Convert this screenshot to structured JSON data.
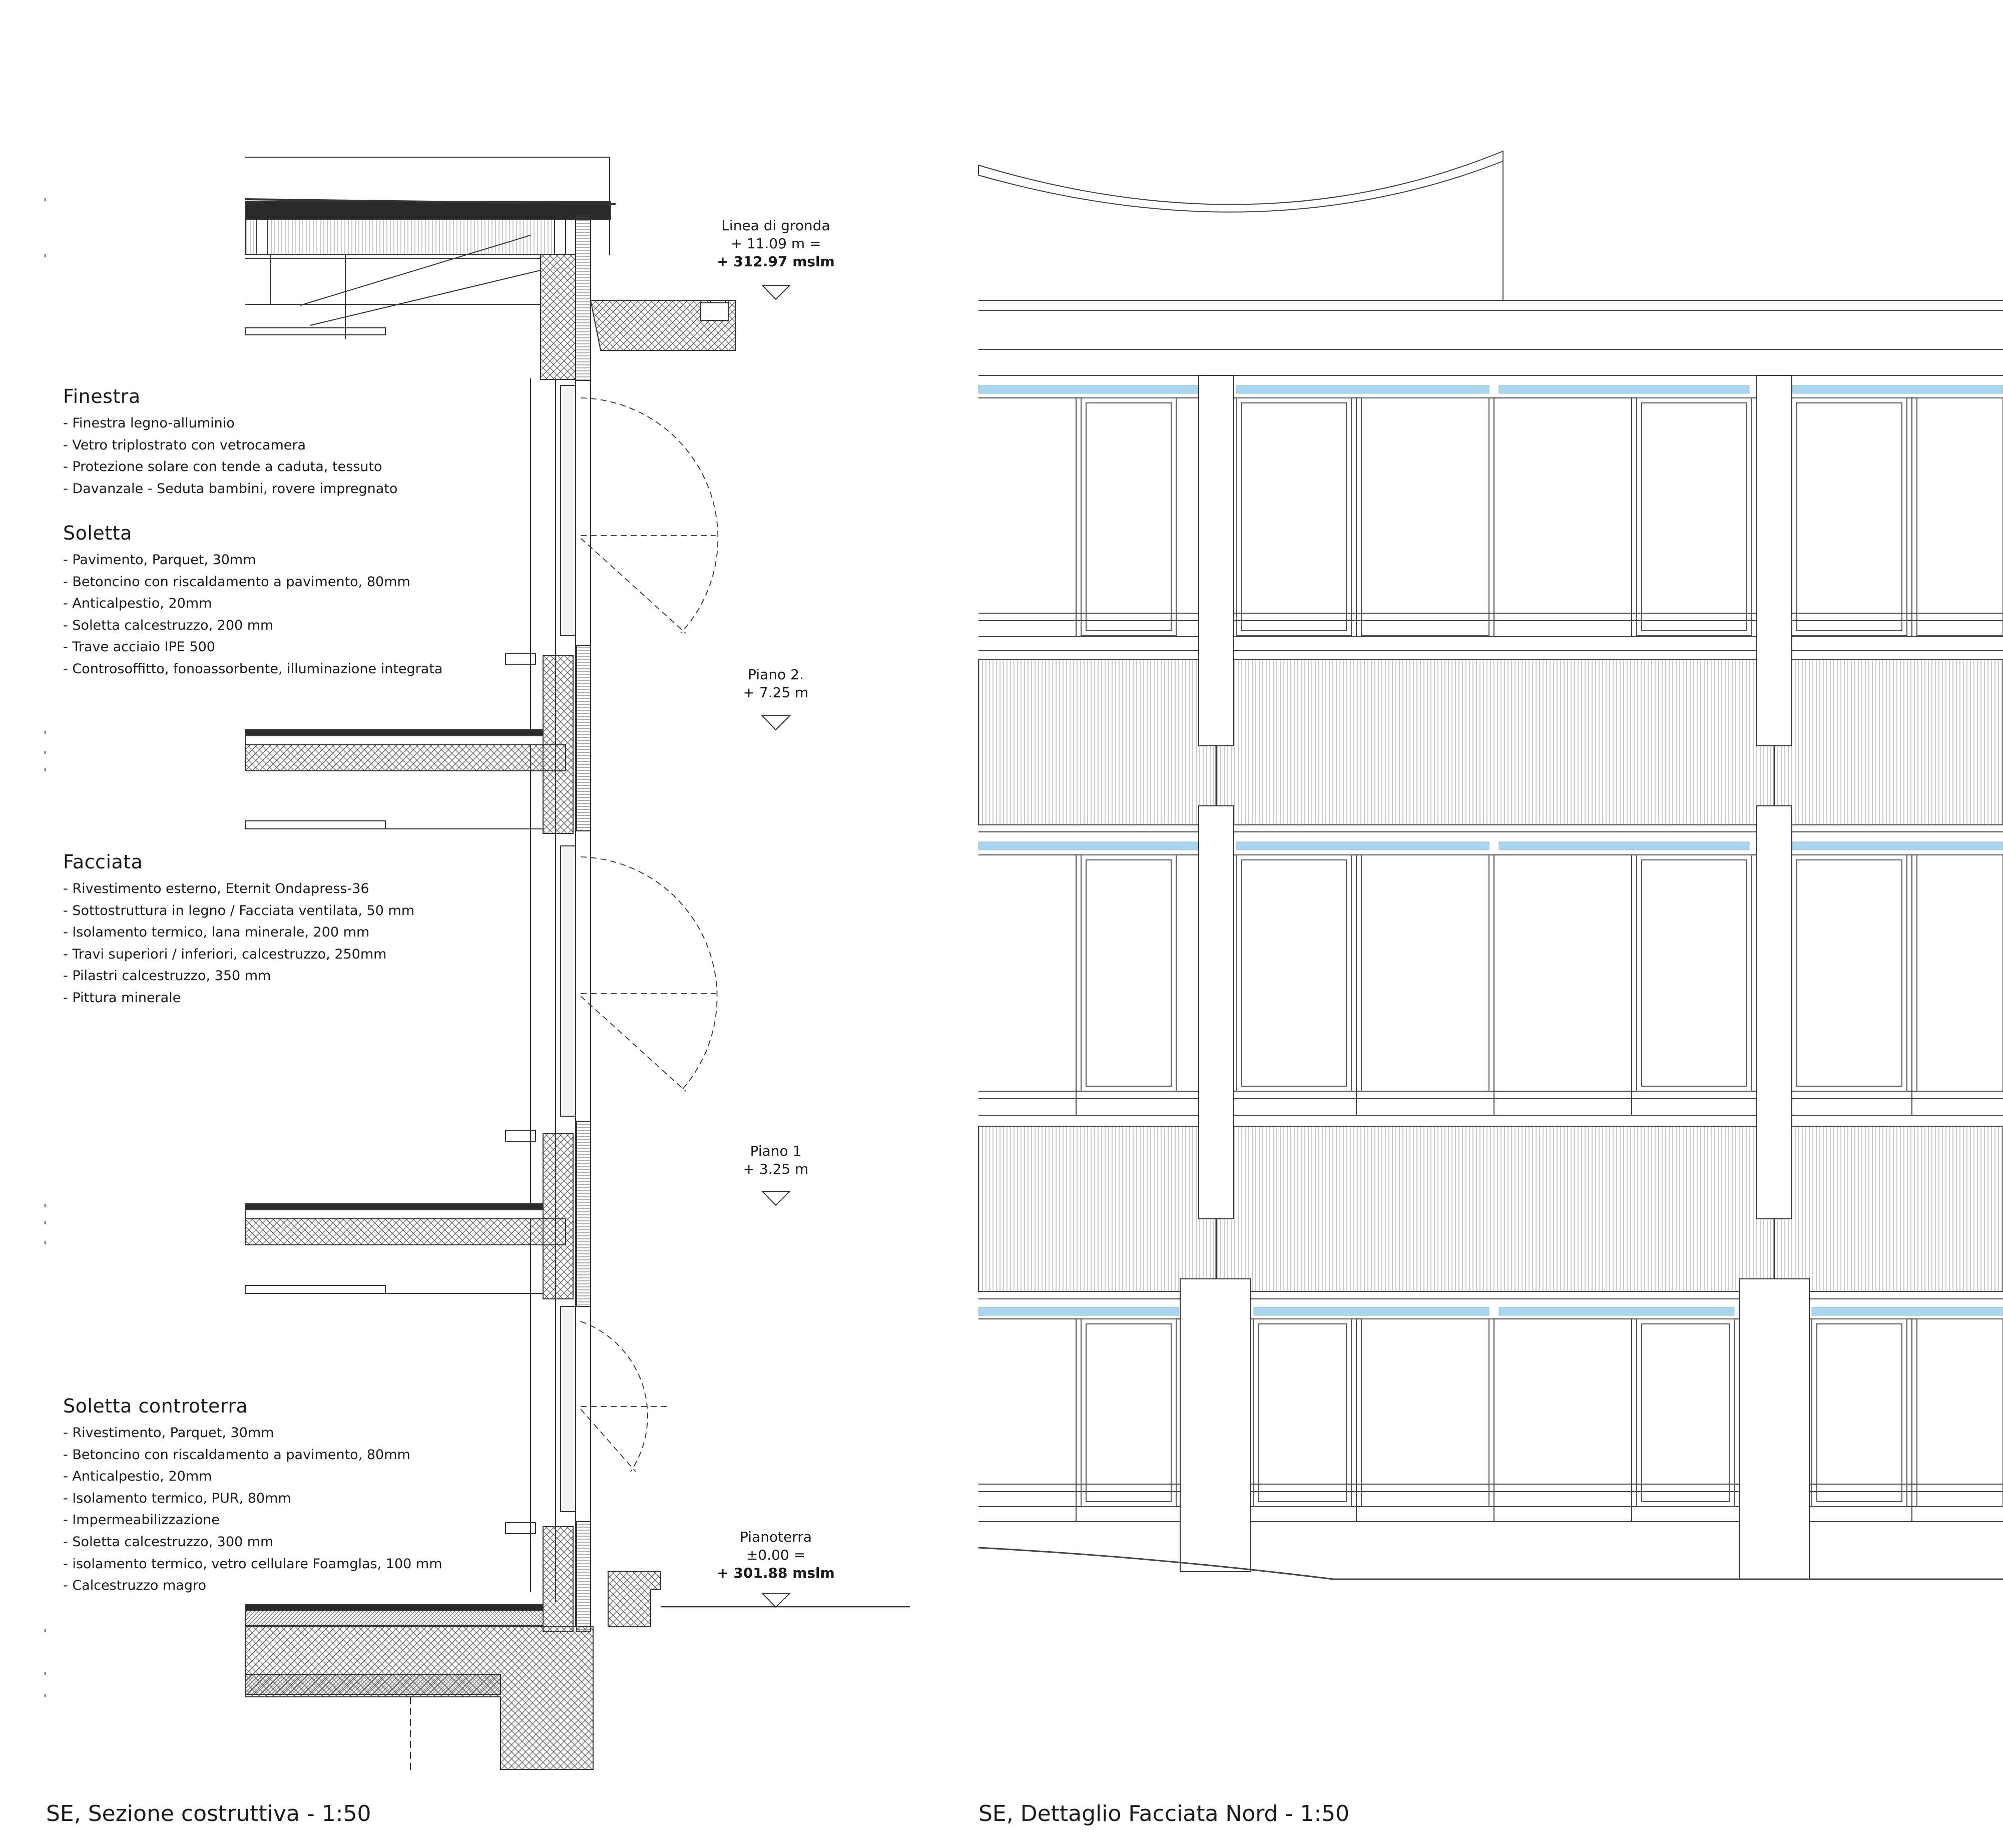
{
  "sections": [
    {
      "title": "Finestra",
      "items": [
        "- Finestra legno-alluminio",
        "- Vetro triplostrato con vetrocamera",
        "- Protezione solare con tende a caduta, tessuto",
        "- Davanzale - Seduta bambini, rovere impregnato"
      ]
    },
    {
      "title": "Soletta",
      "items": [
        "- Pavimento, Parquet, 30mm",
        "- Betoncino con riscaldamento a pavimento, 80mm",
        "- Anticalpestio, 20mm",
        "- Soletta calcestruzzo, 200 mm",
        "- Trave acciaio IPE 500",
        "- Controsoffitto, fonoassorbente, illuminazione integrata"
      ]
    },
    {
      "title": "Facciata",
      "items": [
        "- Rivestimento esterno, Eternit Ondapress-36",
        "- Sottostruttura in legno / Facciata ventilata, 50 mm",
        "- Isolamento termico, lana minerale, 200 mm",
        "- Travi superiori / inferiori, calcestruzzo, 250mm",
        "- Pilastri calcestruzzo, 350 mm",
        "- Pittura minerale"
      ]
    },
    {
      "title": "Soletta controterra",
      "items": [
        "- Rivestimento, Parquet, 30mm",
        "- Betoncino con riscaldamento a pavimento, 80mm",
        "- Anticalpestio, 20mm",
        "- Isolamento termico, PUR, 80mm",
        "- Impermeabilizzazione",
        "- Soletta calcestruzzo, 300 mm",
        "- isolamento termico, vetro cellulare Foamglas, 100 mm",
        "- Calcestruzzo magro"
      ]
    }
  ],
  "levels": {
    "gronda": {
      "line1": "Linea di gronda",
      "line2": "+ 11.09 m =",
      "line3": "+ 312.97 mslm"
    },
    "piano2": {
      "line1": "Piano 2.",
      "line2": "+ 7.25 m"
    },
    "piano1": {
      "line1": "Piano 1",
      "line2": "+ 3.25 m"
    },
    "pianoterra": {
      "line1": "Pianoterra",
      "line2": "±0.00 =",
      "line3": "+ 301.88 mslm"
    }
  },
  "captions": {
    "left": "SE, Sezione costruttiva - 1:50",
    "right": "SE, Dettaglio Facciata Nord - 1:50"
  },
  "colors": {
    "line": "#3a3a3a",
    "glass": "#a9d6ee",
    "concrete": "#dcdcdc"
  }
}
